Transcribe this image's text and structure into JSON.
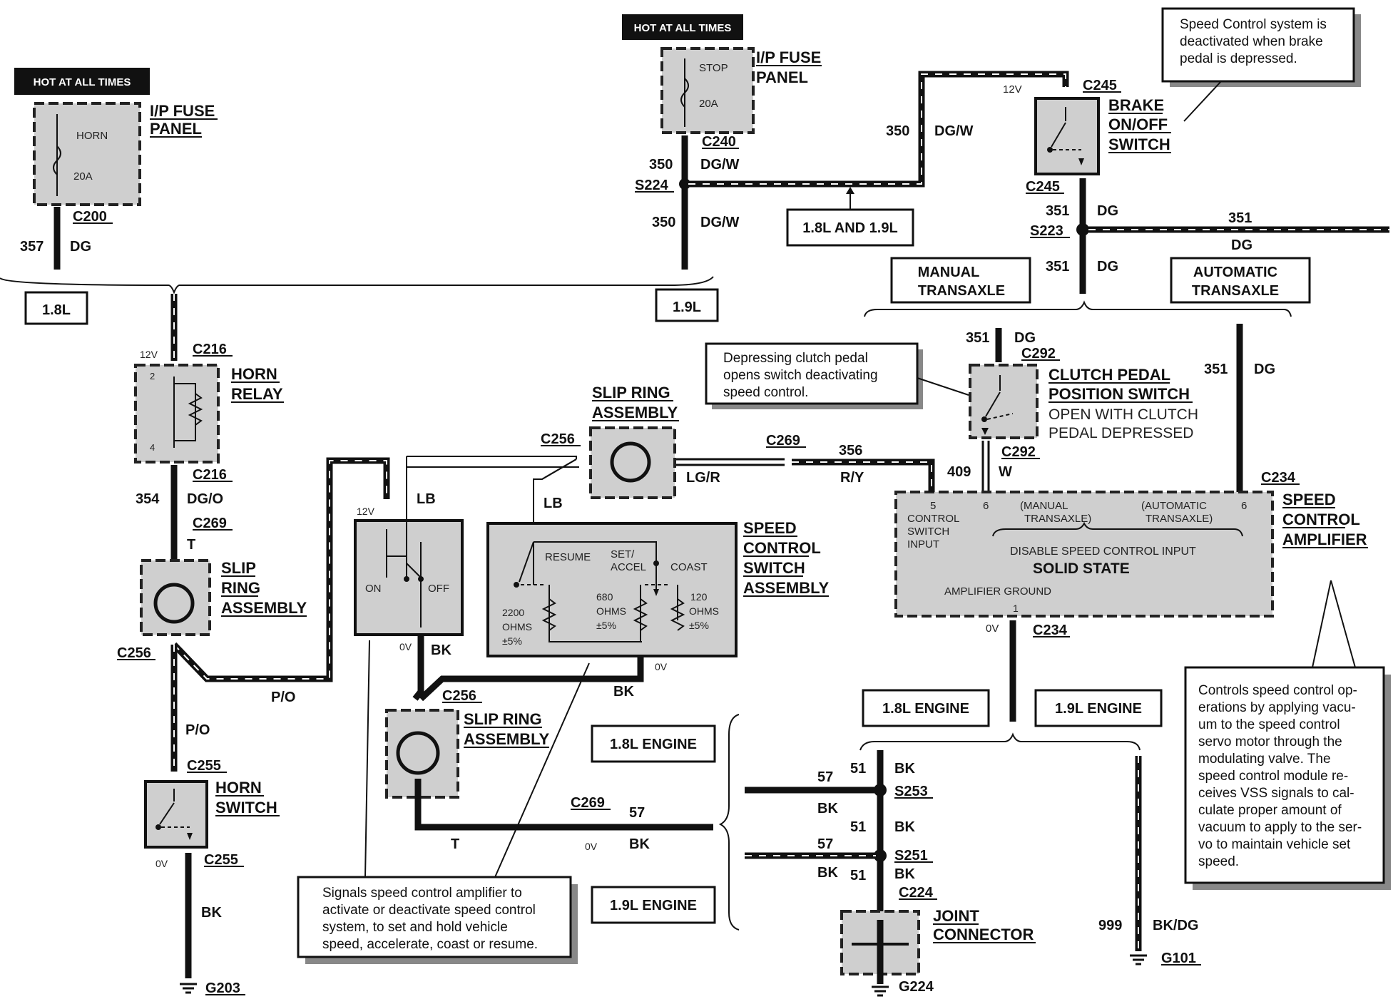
{
  "hot_labels": {
    "left": "HOT AT ALL TIMES",
    "center": "HOT AT ALL TIMES"
  },
  "fuse_left": {
    "title1": "I/P FUSE",
    "title2": "PANEL",
    "name": "HORN",
    "rating": "20A",
    "connector": "C200",
    "circuit": "357",
    "color": "DG"
  },
  "fuse_center": {
    "title1": "I/P FUSE",
    "title2": "PANEL",
    "name": "STOP",
    "rating": "20A",
    "connector": "C240",
    "circuit": "350",
    "color": "DG/W"
  },
  "splice_s224": {
    "name": "S224",
    "circuit": "350",
    "color": "DG/W",
    "wire_circuit": "350",
    "wire_color": "DG/W",
    "variant_label": "1.8L AND 1.9L"
  },
  "engine_select_top": {
    "left": "1.8L",
    "right": "1.9L"
  },
  "speed_note": "Speed Control system is deactivated when brake pedal is depressed.",
  "brake_switch": {
    "title1": "BRAKE",
    "title2": "ON/OFF",
    "title3": "SWITCH",
    "connector_top": "C245",
    "connector_bottom": "C245",
    "voltage": "12V"
  },
  "splice_s223": {
    "name": "S223",
    "circuit_up": "351",
    "color_up": "DG",
    "circuit_down": "351",
    "color_down": "DG",
    "branch_circuit": "351",
    "branch_color": "DG"
  },
  "transaxle": {
    "manual": [
      "MANUAL",
      "TRANSAXLE"
    ],
    "automatic": [
      "AUTOMATIC",
      "TRANSAXLE"
    ]
  },
  "clutch_note": "Depressing clutch pedal opens switch deactivating speed control.",
  "clutch_switch": {
    "circuit": "351",
    "color": "DG",
    "connector_top": "C292",
    "connector_bottom": "C292",
    "title1": "CLUTCH PEDAL",
    "title2": "POSITION SWITCH",
    "desc1": "OPEN WITH CLUTCH",
    "desc2": "PEDAL DEPRESSED",
    "out_circuit": "409",
    "out_color": "W",
    "auto_circuit": "351",
    "auto_color": "DG"
  },
  "horn_relay": {
    "connector_top": "C216",
    "connector_bottom": "C216",
    "voltage": "12V",
    "title1": "HORN",
    "title2": "RELAY",
    "pin_top": "2",
    "pin_bottom": "4",
    "out_circuit": "354",
    "out_color": "DG/O"
  },
  "slip_ring_left": {
    "connector_top": "C269",
    "wire_color_top": "T",
    "title1": "SLIP",
    "title2": "RING",
    "title3": "ASSEMBLY",
    "connector_bottom": "C256",
    "wire_color": "P/O",
    "wire_color2": "P/O"
  },
  "horn_switch": {
    "connector_top": "C255",
    "connector_bottom": "C255",
    "title1": "HORN",
    "title2": "SWITCH",
    "voltage": "0V",
    "ground_color": "BK",
    "ground": "G203"
  },
  "slip_ring_top": {
    "title1": "SLIP RING",
    "title2": "ASSEMBLY",
    "connector": "C256",
    "wire_lb1": "LB",
    "wire_lb2": "LB",
    "out_color": "LG/R",
    "connector_out": "C269",
    "out_circuit": "356",
    "out_color2": "R/Y"
  },
  "onoff_switch": {
    "voltage": "12V",
    "on": "ON",
    "off": "OFF",
    "voltage_bottom": "0V",
    "wire_color": "BK"
  },
  "speed_switch": {
    "title1": "SPEED",
    "title2": "CONTROL",
    "title3": "SWITCH",
    "title4": "ASSEMBLY",
    "resume": "RESUME",
    "set": "SET/",
    "accel": "ACCEL",
    "coast": "COAST",
    "r1a": "2200",
    "r1b": "OHMS",
    "r1c": "±5%",
    "r2a": "680",
    "r2b": "OHMS",
    "r2c": "±5%",
    "r3a": "120",
    "r3b": "OHMS",
    "r3c": "±5%",
    "voltage": "0V",
    "wire_color": "BK"
  },
  "slip_ring_bottom": {
    "connector": "C256",
    "title1": "SLIP RING",
    "title2": "ASSEMBLY",
    "wire_color": "T",
    "connector_out": "C269",
    "out_circuit": "57",
    "out_voltage": "0V",
    "out_color": "BK"
  },
  "engine_select_mid": {
    "e18": "1.8L ENGINE",
    "e19": "1.9L ENGINE"
  },
  "signals_note": "Signals speed control amplifier to activate or deactivate speed control system, to set and hold vehicle speed, accelerate, coast or resume.",
  "amplifier": {
    "connector": "C234",
    "title1": "SPEED",
    "title2": "CONTROL",
    "title3": "AMPLIFIER",
    "pin5": "5",
    "pin6a": "6",
    "pin6b": "6",
    "in1": "CONTROL",
    "in2": "SWITCH",
    "in3": "INPUT",
    "manual1": "(MANUAL",
    "manual2": "TRANSAXLE)",
    "auto1": "(AUTOMATIC",
    "auto2": "TRANSAXLE)",
    "disable": "DISABLE SPEED CONTROL INPUT",
    "solid": "SOLID STATE",
    "ground": "AMPLIFIER GROUND",
    "pin1": "1",
    "out_voltage": "0V",
    "out_connector": "C234"
  },
  "engine_select_right": {
    "e18": "1.8L ENGINE",
    "e19": "1.9L ENGINE"
  },
  "controls_note": "Controls speed control operations by applying vacuum to the speed control servo motor through the modulating valve. The speed control module receives VSS signals to calculate proper amount of vacuum to apply to the servo to maintain vehicle set speed.",
  "ground_bus": {
    "s253": "S253",
    "s251": "S251",
    "c57a": "57",
    "c57b": "57",
    "bka": "BK",
    "bkb": "BK",
    "c51a": "51",
    "c51b": "51",
    "c51c": "51",
    "bk51a": "BK",
    "bk51b": "BK",
    "bk51c": "BK",
    "c224": "C224",
    "joint1": "JOINT",
    "joint2": "CONNECTOR",
    "g224": "G224"
  },
  "ground_g101": {
    "circuit": "999",
    "color": "BK/DG",
    "ground": "G101"
  }
}
